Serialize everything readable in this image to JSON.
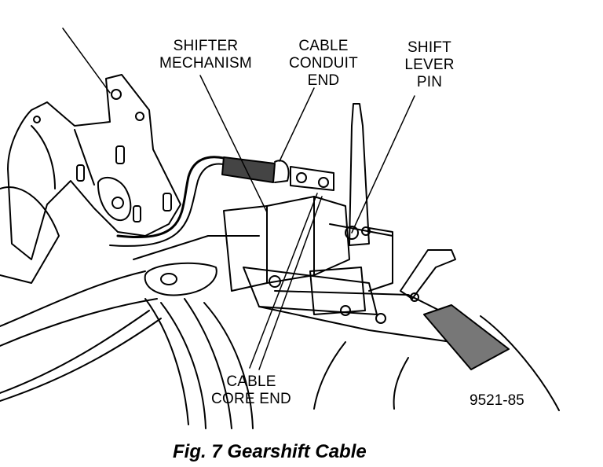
{
  "labels": {
    "shifter_mechanism": [
      "SHIFTER",
      "MECHANISM"
    ],
    "cable_conduit_end": [
      "CABLE",
      "CONDUIT",
      "END"
    ],
    "shift_lever_pin": [
      "SHIFT",
      "LEVER",
      "PIN"
    ],
    "cable_core_end": [
      "CABLE",
      "CORE END"
    ]
  },
  "figure_number": "9521-85",
  "caption": "Fig. 7 Gearshift Cable",
  "colors": {
    "ink": "#000000",
    "paper": "#ffffff",
    "pad": "#777777"
  }
}
